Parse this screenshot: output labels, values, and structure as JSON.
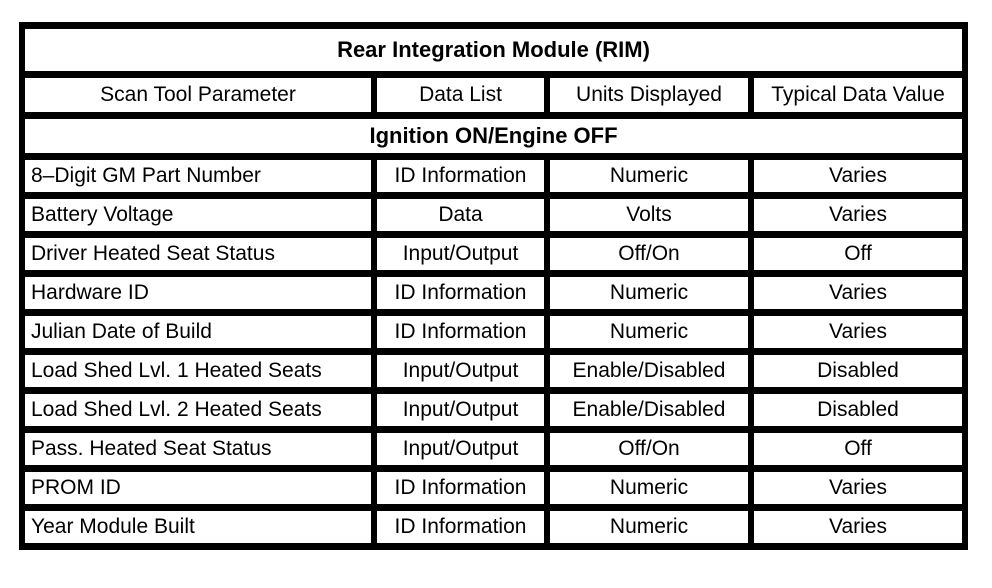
{
  "table": {
    "title": "Rear Integration Module (RIM)",
    "columns": [
      "Scan Tool Parameter",
      "Data List",
      "Units Displayed",
      "Typical Data Value"
    ],
    "section": "Ignition ON/Engine OFF",
    "rows": [
      {
        "parameter": "8–Digit GM Part Number",
        "data_list": "ID Information",
        "units": "Numeric",
        "typical": "Varies"
      },
      {
        "parameter": "Battery Voltage",
        "data_list": "Data",
        "units": "Volts",
        "typical": "Varies"
      },
      {
        "parameter": "Driver Heated Seat Status",
        "data_list": "Input/Output",
        "units": "Off/On",
        "typical": "Off"
      },
      {
        "parameter": "Hardware ID",
        "data_list": "ID Information",
        "units": "Numeric",
        "typical": "Varies"
      },
      {
        "parameter": "Julian Date of Build",
        "data_list": "ID Information",
        "units": "Numeric",
        "typical": "Varies"
      },
      {
        "parameter": "Load Shed Lvl. 1 Heated Seats",
        "data_list": "Input/Output",
        "units": "Enable/Disabled",
        "typical": "Disabled"
      },
      {
        "parameter": "Load Shed Lvl. 2 Heated Seats",
        "data_list": "Input/Output",
        "units": "Enable/Disabled",
        "typical": "Disabled"
      },
      {
        "parameter": "Pass. Heated Seat Status",
        "data_list": "Input/Output",
        "units": "Off/On",
        "typical": "Off"
      },
      {
        "parameter": "PROM ID",
        "data_list": "ID Information",
        "units": "Numeric",
        "typical": "Varies"
      },
      {
        "parameter": "Year Module Built",
        "data_list": "ID Information",
        "units": "Numeric",
        "typical": "Varies"
      }
    ]
  },
  "colors": {
    "border": "#000000",
    "background": "#ffffff",
    "text": "#000000"
  }
}
